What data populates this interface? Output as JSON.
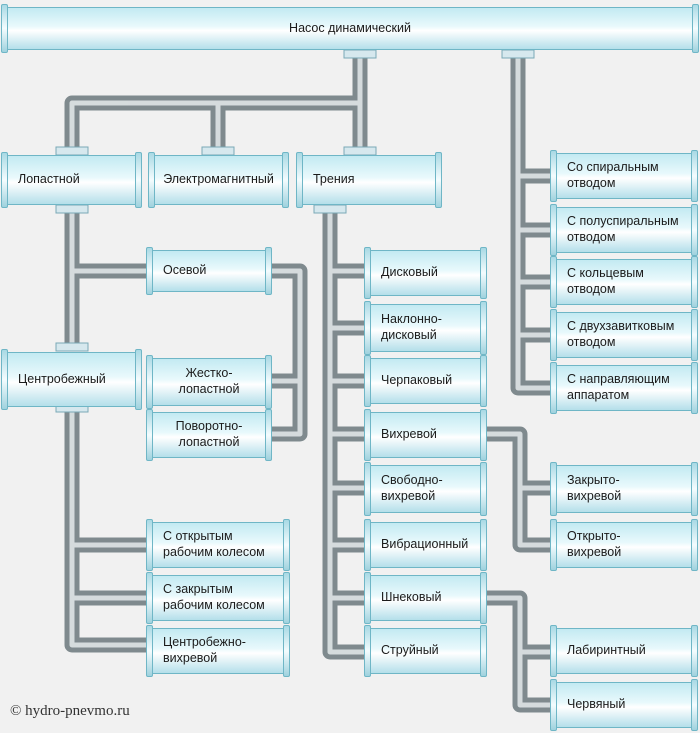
{
  "diagram": {
    "root": "Насос динамический",
    "groups": {
      "blade": {
        "label": "Лопастной",
        "children": [
          {
            "label": "Осевой",
            "children": [
              "Жестко-\nлопастной",
              "Поворотно-\nлопастной"
            ]
          },
          {
            "label": "Центробежный",
            "children": [
              "С открытым\nрабочим колесом",
              "С закрытым\nрабочим колесом",
              "Центробежно-\nвихревой"
            ]
          }
        ]
      },
      "electromagnetic": {
        "label": "Электромагнитный"
      },
      "friction": {
        "label": "Трения",
        "children": [
          "Дисковый",
          "Наклонно-\nдисковый",
          "Черпаковый",
          "Вихревой",
          "Свободно-\nвихревой",
          "Вибрационный",
          "Шнековый",
          "Струйный"
        ],
        "vortex_children": [
          "Закрыто-\nвихревой",
          "Открыто-\nвихревой"
        ],
        "screw_children": [
          "Лабиринтный",
          "Червяный"
        ]
      },
      "outlets": [
        "Со спиральным\nотводом",
        "С полуспиральным\nотводом",
        "С кольцевым\nотводом",
        "С двухзавитковым\nотводом",
        "С направляющим\nаппаратом"
      ]
    }
  },
  "credit": "© hydro-pnevmo.ru"
}
